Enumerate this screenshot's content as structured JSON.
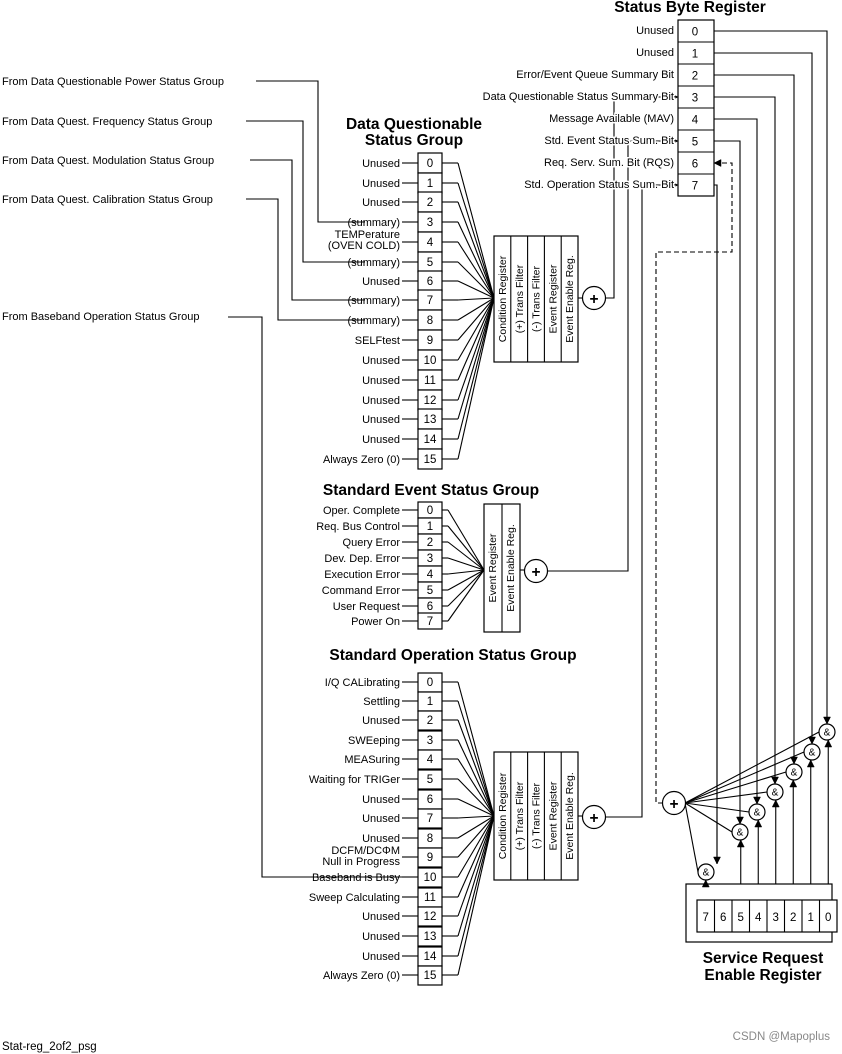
{
  "status_byte": {
    "title": "Status Byte Register",
    "bits": [
      {
        "label": "Unused",
        "num": "0"
      },
      {
        "label": "Unused",
        "num": "1"
      },
      {
        "label": "Error/Event Queue Summary Bit",
        "num": "2"
      },
      {
        "label": "Data Questionable Status Summary Bit",
        "num": "3"
      },
      {
        "label": "Message Available (MAV)",
        "num": "4"
      },
      {
        "label": "Std. Event Status Sum. Bit",
        "num": "5"
      },
      {
        "label": "Req. Serv. Sum. Bit (RQS)",
        "num": "6"
      },
      {
        "label": "Std. Operation Status Sum. Bit",
        "num": "7"
      }
    ]
  },
  "sources": [
    "From Data Questionable Power Status Group",
    "From Data Quest. Frequency Status Group",
    "From Data Quest. Modulation Status Group",
    "From Data Quest. Calibration Status Group",
    "From Baseband Operation Status Group"
  ],
  "dq": {
    "title_line1": "Data Questionable",
    "title_line2": "Status Group",
    "bits": [
      {
        "label": "Unused",
        "num": "0"
      },
      {
        "label": "Unused",
        "num": "1"
      },
      {
        "label": "Unused",
        "num": "2"
      },
      {
        "label": "(summary)",
        "num": "3"
      },
      {
        "label": "TEMPerature",
        "label2": "(OVEN COLD)",
        "num": "4"
      },
      {
        "label": "(summary)",
        "num": "5"
      },
      {
        "label": "Unused",
        "num": "6"
      },
      {
        "label": "(summary)",
        "num": "7"
      },
      {
        "label": "(summary)",
        "num": "8"
      },
      {
        "label": "SELFtest",
        "num": "9"
      },
      {
        "label": "Unused",
        "num": "10"
      },
      {
        "label": "Unused",
        "num": "11"
      },
      {
        "label": "Unused",
        "num": "12"
      },
      {
        "label": "Unused",
        "num": "13"
      },
      {
        "label": "Unused",
        "num": "14"
      },
      {
        "label": "Always Zero (0)",
        "num": "15"
      }
    ],
    "registers": [
      "Condition Register",
      "(+) Trans Filter",
      "(-) Trans Filter",
      "Event Register",
      "Event Enable Reg."
    ]
  },
  "se": {
    "title": "Standard Event Status Group",
    "bits": [
      {
        "label": "Oper. Complete",
        "num": "0"
      },
      {
        "label": "Req. Bus Control",
        "num": "1"
      },
      {
        "label": "Query Error",
        "num": "2"
      },
      {
        "label": "Dev. Dep. Error",
        "num": "3"
      },
      {
        "label": "Execution Error",
        "num": "4"
      },
      {
        "label": "Command Error",
        "num": "5"
      },
      {
        "label": "User Request",
        "num": "6"
      },
      {
        "label": "Power On",
        "num": "7"
      }
    ],
    "registers": [
      "Event Register",
      "Event Enable Reg."
    ]
  },
  "so": {
    "title": "Standard Operation Status Group",
    "bits": [
      {
        "label": "I/Q CALibrating",
        "num": "0"
      },
      {
        "label": "Settling",
        "num": "1"
      },
      {
        "label": "Unused",
        "num": "2"
      },
      {
        "label": "SWEeping",
        "num": "3"
      },
      {
        "label": "MEASuring",
        "num": "4"
      },
      {
        "label": "Waiting for TRIGer",
        "num": "5"
      },
      {
        "label": "Unused",
        "num": "6"
      },
      {
        "label": "Unused",
        "num": "7"
      },
      {
        "label": "Unused",
        "num": "8"
      },
      {
        "label": "DCFM/DCΦM",
        "label2": "Null in Progress",
        "num": "9"
      },
      {
        "label": "Baseband is Busy",
        "num": "10"
      },
      {
        "label": "Sweep Calculating",
        "num": "11"
      },
      {
        "label": "Unused",
        "num": "12"
      },
      {
        "label": "Unused",
        "num": "13"
      },
      {
        "label": "Unused",
        "num": "14"
      },
      {
        "label": "Always Zero (0)",
        "num": "15"
      }
    ],
    "registers": [
      "Condition Register",
      "(+) Trans Filter",
      "(-) Trans Filter",
      "Event Register",
      "Event Enable Reg."
    ]
  },
  "srq": {
    "title_line1": "Service Request",
    "title_line2": "Enable Register",
    "bits": [
      "7",
      "6",
      "5",
      "4",
      "3",
      "2",
      "1",
      "0"
    ],
    "and_symbol": "&",
    "or_symbol": "+"
  },
  "footer": {
    "caption": "Stat-reg_2of2_psg",
    "watermark": "CSDN @Mapoplus"
  }
}
